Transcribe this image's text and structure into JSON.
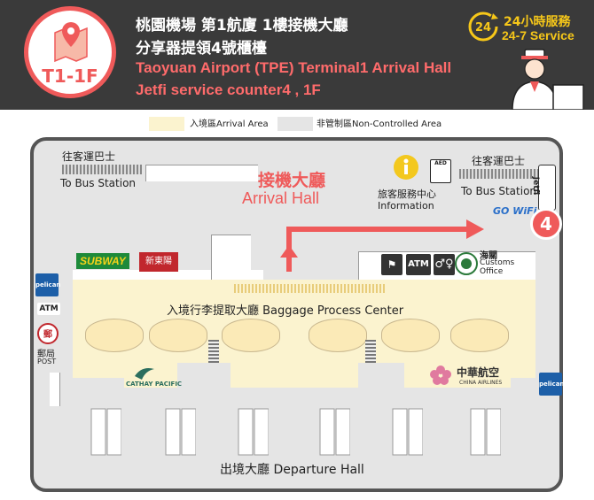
{
  "header": {
    "location_code": "T1-1F",
    "title_zh_line1": "桃園機場 第1航廈 1樓接機大廳",
    "title_zh_line2": "分享器提領4號櫃檯",
    "title_en_line1": "Taoyuan Airport (TPE) Terminal1 Arrival Hall",
    "title_en_line2": "Jetfi service counter4 , 1F",
    "badge_number": "24",
    "service_zh": "24小時服務",
    "service_en": "24-7 Service"
  },
  "legend": {
    "arrival_area": "入境區Arrival Area",
    "non_controlled_area": "非管制區Non-Controlled Area"
  },
  "map": {
    "bus_left_zh": "往客運巴士",
    "bus_left_en": "To Bus Station",
    "bus_right_zh": "往客運巴士",
    "bus_right_en": "To Bus Station",
    "arrival_hall_zh": "接機大廳",
    "arrival_hall_en": "Arrival Hall",
    "info_zh": "旅客服務中心",
    "info_en": "Information",
    "aed_label": "AED",
    "counter_number": "4",
    "gowifi_label": "GO WiFi",
    "jetfi_label": "Jetfi",
    "subway_label": "SUBWAY",
    "xindongyang_label": "新東陽",
    "customs_zh": "海關",
    "customs_en_1": "Customs",
    "customs_en_2": "Office",
    "atm_right": "ATM",
    "baggage_label": "入境行李提取大廳 Baggage Process Center",
    "atm_left": "ATM",
    "post_zh": "郵局",
    "post_en": "POST",
    "cathay_label": "CATHAY PACIFIC",
    "china_airlines_zh": "中華航空",
    "china_airlines_en": "CHINA AIRLINES",
    "departure_label": "出境大廳 Departure Hall"
  },
  "colors": {
    "header_bg": "#3a3a3a",
    "accent_red": "#ef5a5a",
    "accent_yellow": "#f6c719",
    "arrival_area": "#fbf3cf",
    "non_controlled_area": "#e5e5e5"
  }
}
